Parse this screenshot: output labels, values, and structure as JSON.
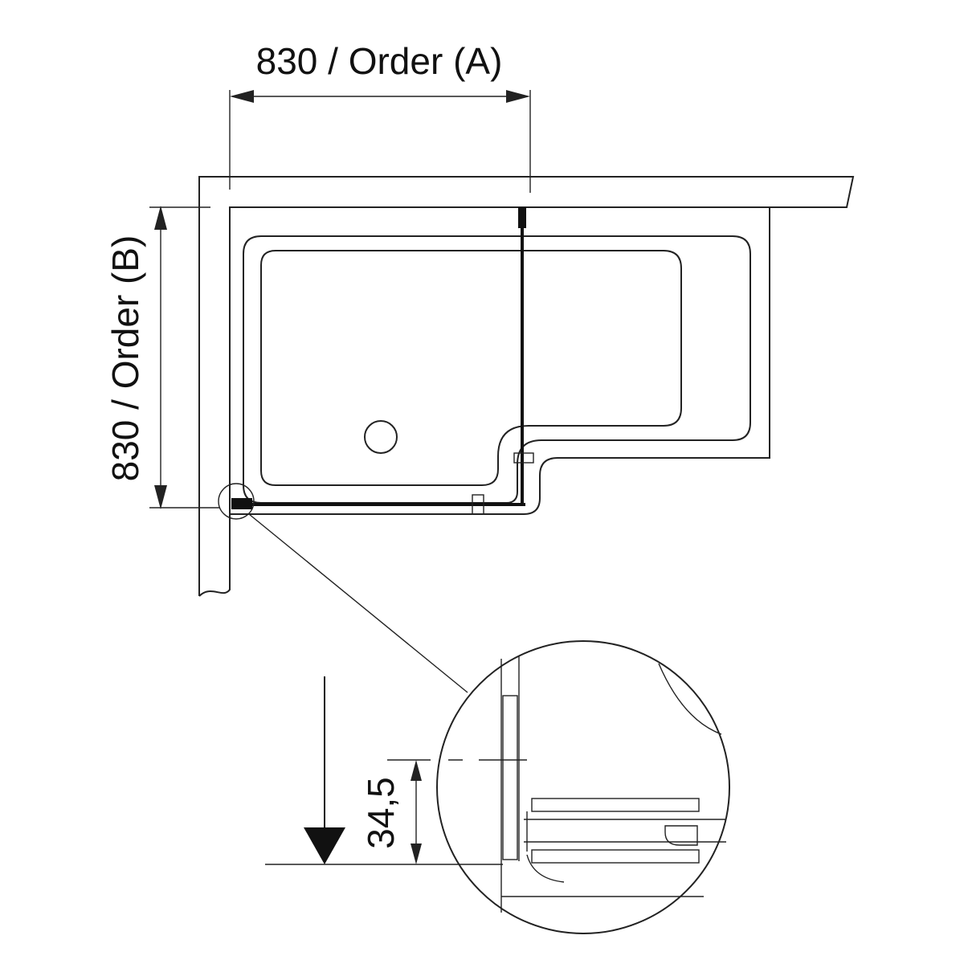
{
  "dimensions": {
    "width_label": "830 / Order (A)",
    "depth_label": "830 / Order (B)",
    "detail_label": "34,5"
  }
}
